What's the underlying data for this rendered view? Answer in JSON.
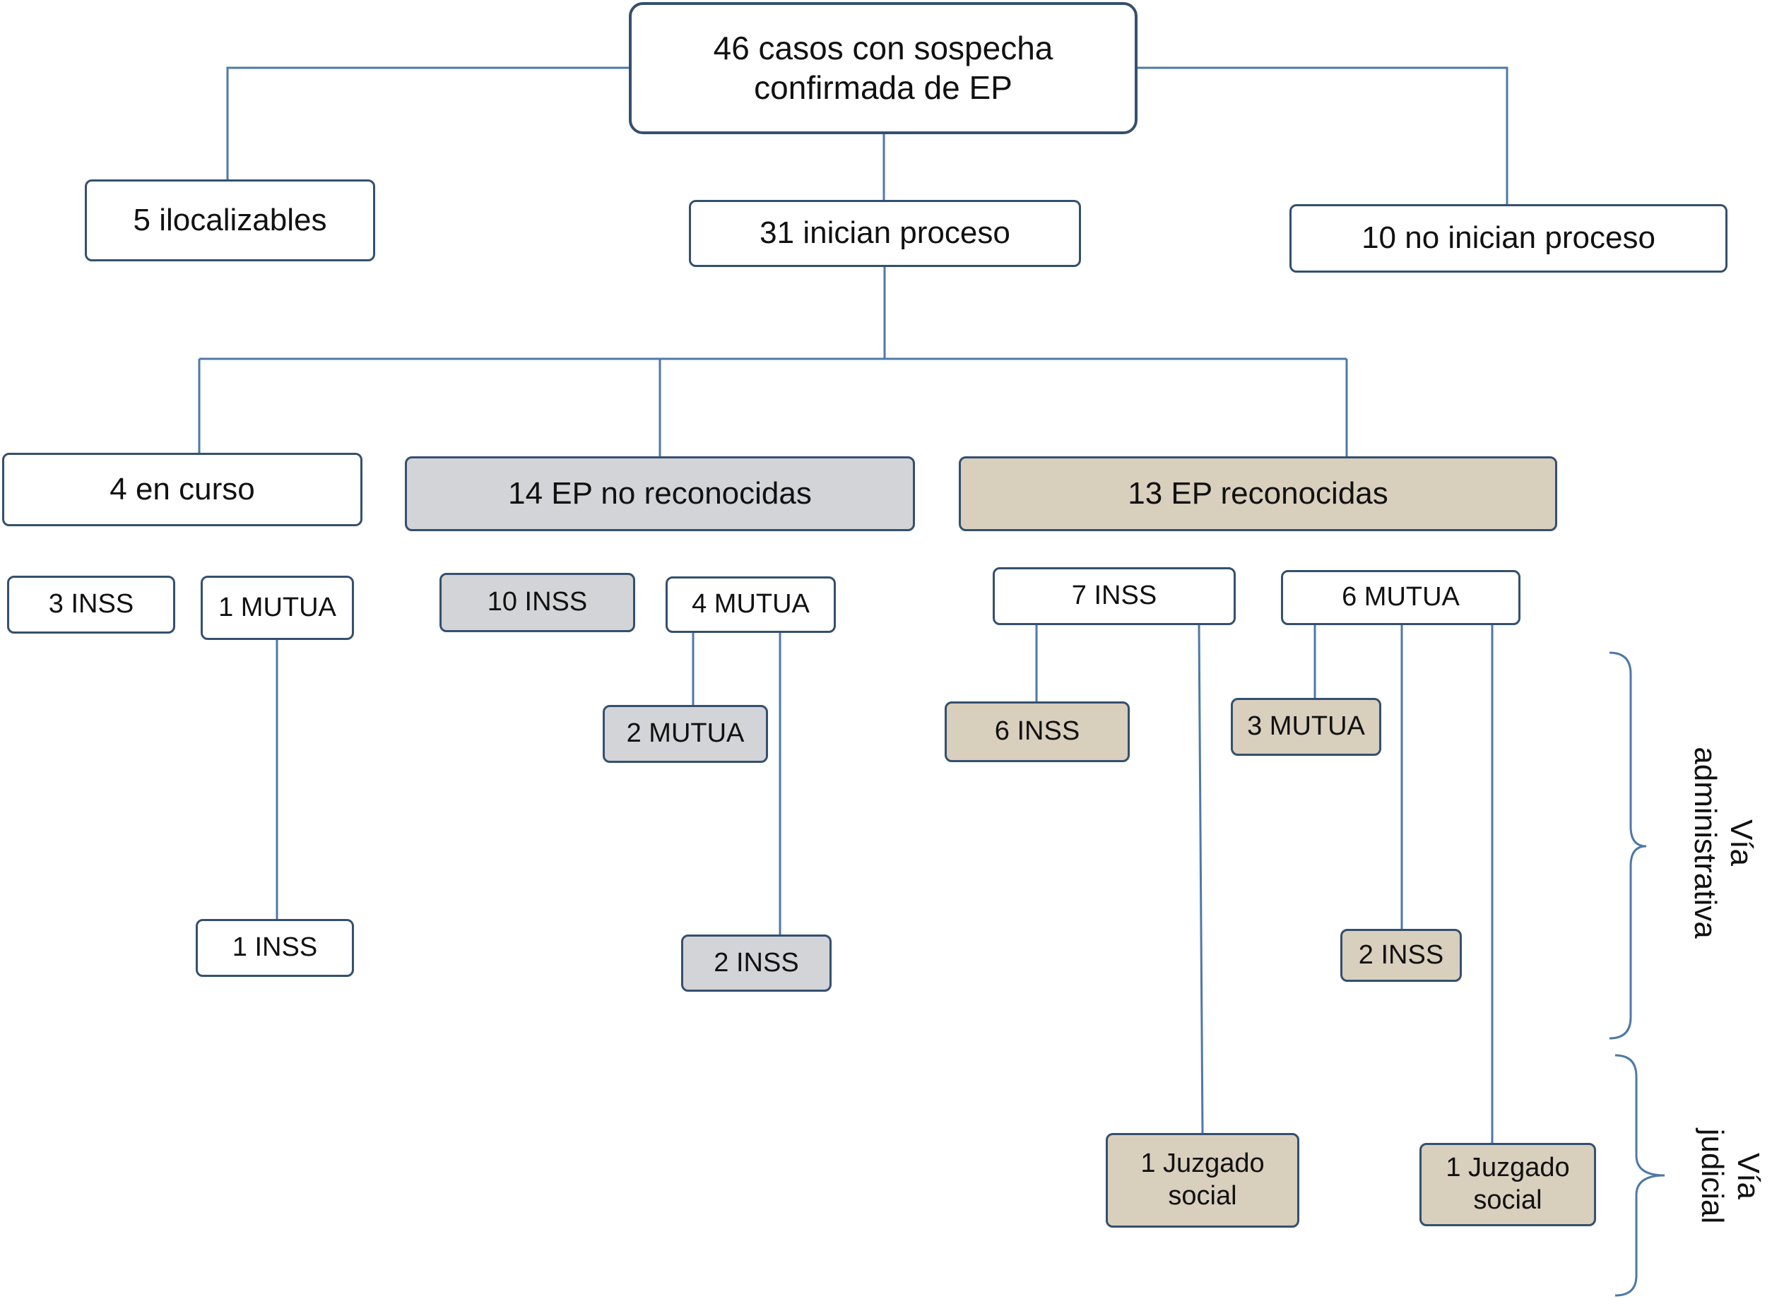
{
  "nodes": {
    "root": "46 casos con sospecha confirmada de EP",
    "ilocalizables": "5 ilocalizables",
    "inician": "31 inician proceso",
    "no_inician": "10 no inician proceso",
    "en_curso": "4 en curso",
    "no_reconocidas": "14 EP no reconocidas",
    "reconocidas": "13 EP reconocidas",
    "curso_inss": "3 INSS",
    "curso_mutua": "1 MUTUA",
    "curso_mutua_inss": "1 INSS",
    "noreco_inss": "10 INSS",
    "noreco_mutua": "4 MUTUA",
    "noreco_mutua_mutua": "2 MUTUA",
    "noreco_mutua_inss": "2 INSS",
    "reco_inss": "7 INSS",
    "reco_mutua": "6 MUTUA",
    "reco_inss_inss": "6 INSS",
    "reco_mutua_mutua": "3 MUTUA",
    "reco_mutua_inss": "2 INSS",
    "reco_inss_juzgado": "1 Juzgado social",
    "reco_mutua_juzgado": "1 Juzgado social"
  },
  "side_labels": {
    "administrativa": "Vía administrativa",
    "judicial": "Vía judicial"
  },
  "colors": {
    "connector": "#4e79a7",
    "border": "#34506e",
    "no_reconocidas_fill": "#d3d4d8",
    "reconocidas_fill": "#d9cfbd"
  }
}
